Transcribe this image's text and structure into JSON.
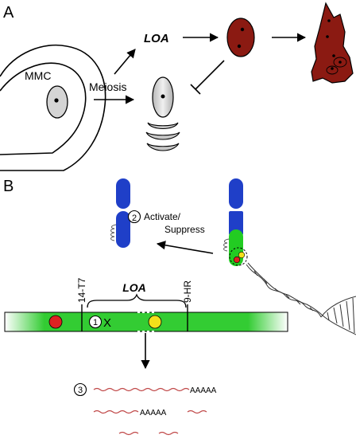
{
  "panel_a": {
    "letter": "A",
    "mmc_label": "MMC",
    "meiosis_label": "Meiosis",
    "loa_label": "LOA"
  },
  "panel_b": {
    "letter": "B",
    "step2_number": "2",
    "step2_line1": "Activate/",
    "step2_line2": "Suppress",
    "marker_left": "14-T7",
    "marker_right": "9-HR",
    "loa_label": "LOA",
    "step1_number": "1",
    "step1_mark": "X",
    "step3_number": "3",
    "transcript1_tail": "AAAAA",
    "transcript2_tail": "AAAAA"
  },
  "colors": {
    "cell_red": "#8b1a12",
    "chromosome_blue": "#1f3fc8",
    "region_green": "#22cc22",
    "gene_red": "#dd2222",
    "gene_yellow": "#f4e01a",
    "transcript_red": "#c04848"
  }
}
